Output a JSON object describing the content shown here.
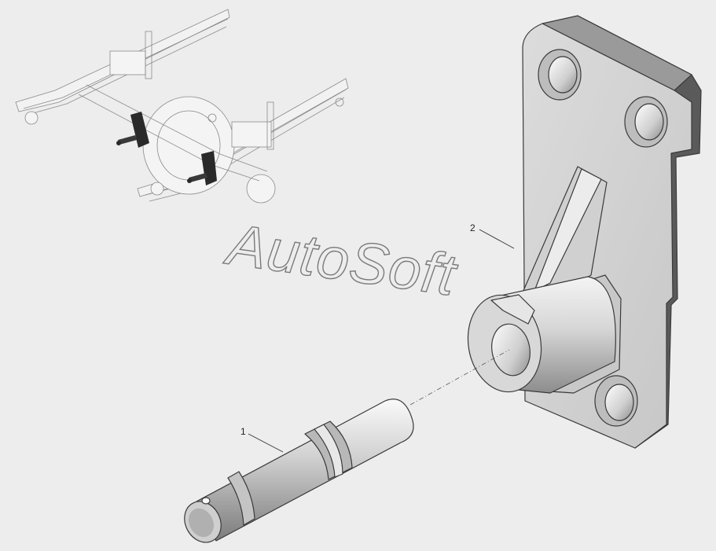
{
  "watermark": {
    "text": "AutoSoft"
  },
  "callouts": [
    {
      "id": "1",
      "label": "1"
    },
    {
      "id": "2",
      "label": "2"
    }
  ],
  "colors": {
    "background": "#ededed",
    "line": "#3a3a3a",
    "face_light": "#d9d9d9",
    "face_mid": "#b5b5b5",
    "face_dark": "#5a5a5a",
    "highlight": "#ffffff",
    "part_black": "#2a2a2a"
  }
}
